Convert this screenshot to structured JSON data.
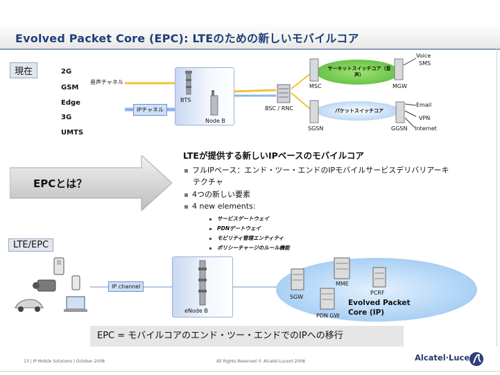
{
  "title": "Evolved Packet Core (EPC): LTEのための新しいモバイルコア",
  "current": {
    "label": "現在",
    "techs": [
      "2G",
      "GSM",
      "Edge",
      "3G",
      "UMTS"
    ],
    "voice_channel": "音声チャネル",
    "ip_channel": "IPチャネル",
    "bts": "BTS",
    "node_b": "Node B",
    "bsc_rnc": "BSC / RNC",
    "msc": "MSC",
    "mgw": "MGW",
    "sgsn": "SGSN",
    "ggsn": "GGSN",
    "circuit_core": "サーキットスイッチコア（音声）",
    "packet_core": "パケットスイッチコア",
    "voice": "Voice",
    "sms": "SMS",
    "email": "Email",
    "vpn": "VPN",
    "internet": "Internet"
  },
  "epc_question": "EPCとは？",
  "description": {
    "title": "LTEが提供する新しいIPベースのモバイルコア",
    "bullets": [
      "フルIPベース：エンド・ツー・エンドのIPモバイルサービスデリバリアーキ",
      "テクチャ",
      "4つの新しい要素",
      "4 new elements:"
    ],
    "sub_bullets": [
      "サービスゲートウェイ",
      "PDNゲートウェイ",
      "モビリティ管理エンティティ",
      "ポリシーチャージのルール機能"
    ]
  },
  "lte": {
    "label": "LTE/EPC",
    "ip_channel": "IP channel",
    "enode_b": "eNode B",
    "sgw": "SGW",
    "mme": "MME",
    "pcrf": "PCRF",
    "pdn_gw": "PDN GW",
    "core_line1": "Evolved Packet",
    "core_line2": "Core (IP)"
  },
  "summary": "EPC = モバイルコアのエンド・ツー・エンドでのIPへの移行",
  "footer": {
    "left": "13 | IP Mobile Solutions | October 2008",
    "center": "All Rights Reserved © Alcatel-Lucent 2008",
    "logo": "Alcatel·Lucent"
  }
}
